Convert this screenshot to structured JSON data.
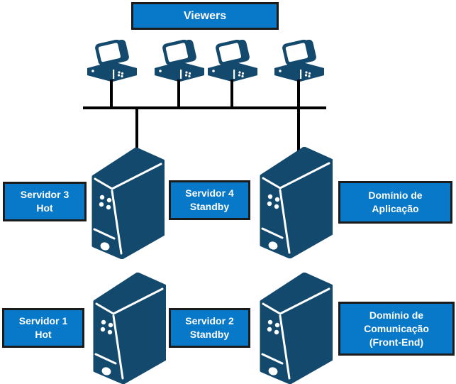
{
  "title_box": {
    "label": "Viewers"
  },
  "boxes": [
    {
      "name": "servidor-3",
      "lines": [
        "Servidor 3",
        "Hot"
      ]
    },
    {
      "name": "servidor-4",
      "lines": [
        "Servidor 4",
        "Standby"
      ]
    },
    {
      "name": "dominio-aplicacao",
      "lines": [
        "Domínio de",
        "Aplicação"
      ]
    },
    {
      "name": "servidor-1",
      "lines": [
        "Servidor 1",
        "Hot"
      ]
    },
    {
      "name": "servidor-2",
      "lines": [
        "Servidor 2",
        "Standby"
      ]
    },
    {
      "name": "dominio-comunicacao",
      "lines": [
        "Domínio de",
        "Comunicação",
        "(Front-End)"
      ]
    }
  ],
  "icons": {
    "workstation": "desktop-computer-icon",
    "workstation_count": 4,
    "server": "server-tower-icon",
    "server_count": 4
  },
  "colors": {
    "box_fill": "#0878C8",
    "box_border": "#1B1B1B",
    "icon_navy": "#14496E",
    "connector": "#000000",
    "text": "#FFFFFF",
    "background": "#FFFFFF"
  }
}
